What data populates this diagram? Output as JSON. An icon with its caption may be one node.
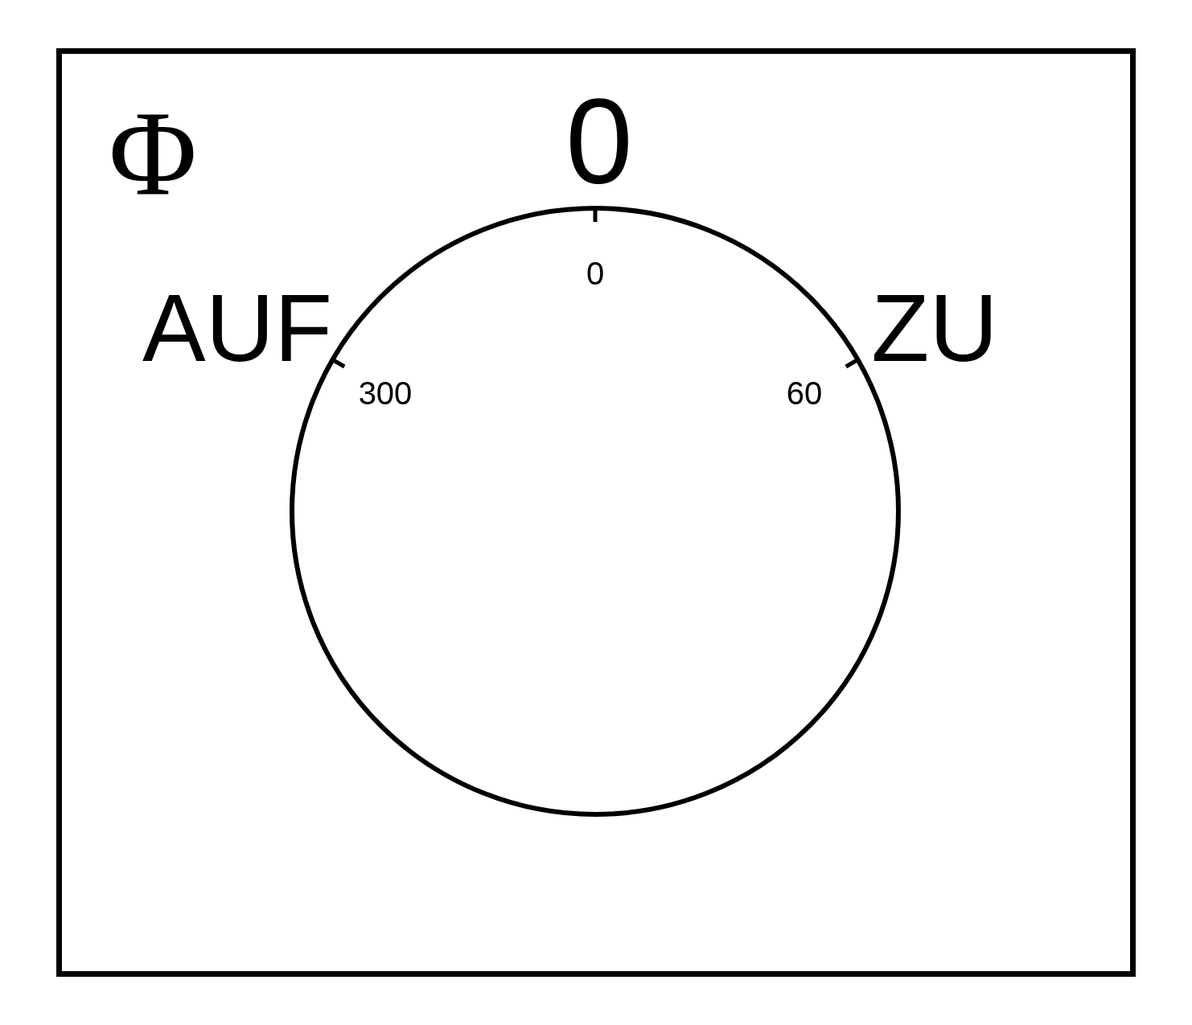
{
  "diagram": {
    "labels": [
      "Φ",
      "0",
      "AUF",
      "ZU",
      "0",
      "300",
      "60"
    ]
  }
}
